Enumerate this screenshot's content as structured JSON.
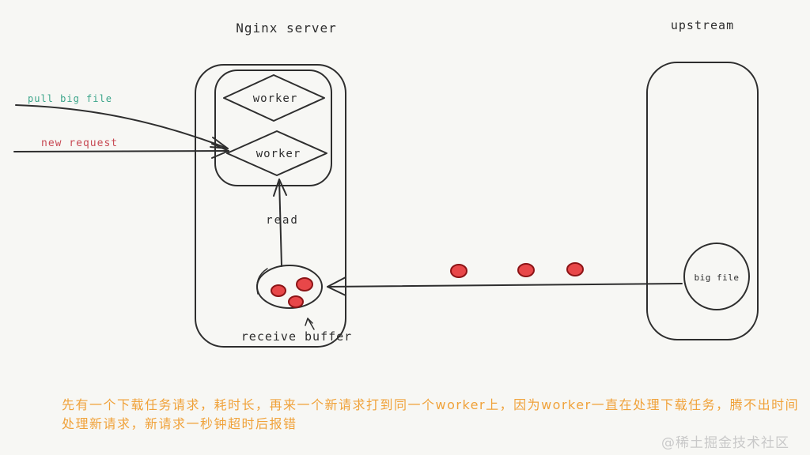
{
  "colors": {
    "bg": "#f7f7f4",
    "ink": "#2e2e2e",
    "green": "#3aa489",
    "red": "#c84a54",
    "orange": "#f0a23a",
    "dot_fill": "#e84749",
    "dot_stroke": "#8c1416",
    "watermark": "#c9c9c9"
  },
  "nginx": {
    "title": "Nginx server",
    "worker_top_label": "worker",
    "worker_bottom_label": "worker",
    "read_label": "read",
    "receive_buffer_label": "receive buffer"
  },
  "upstream": {
    "title": "upstream",
    "big_file_label": "big file"
  },
  "requests": {
    "pull_big_file_label": "pull big file",
    "new_request_label": "new request"
  },
  "caption": {
    "line1": "先有一个下载任务请求，耗时长，再来一个新请求打到同一个worker上，因为worker一直在处理下载任务，腾不出时间",
    "line2": "处理新请求，新请求一秒钟超时后报错"
  },
  "watermark": "@稀土掘金技术社区"
}
